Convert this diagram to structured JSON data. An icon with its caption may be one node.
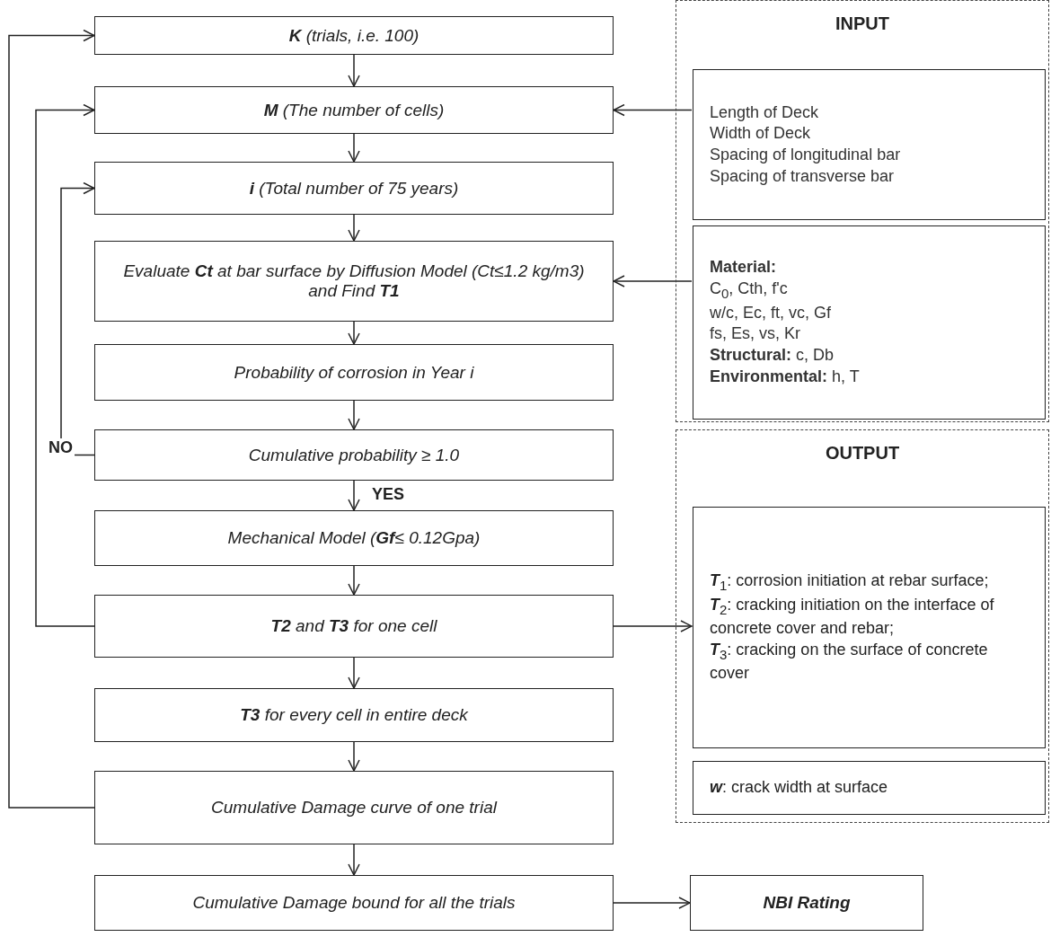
{
  "diagram": {
    "nodes": [
      {
        "text": [
          "**K** (trials, i.e. 100)"
        ]
      },
      {
        "text": [
          "**M** (The number of cells)"
        ]
      },
      {
        "text": [
          "**i** (Total number of 75 years)"
        ]
      },
      {
        "text": [
          "Evaluate **Ct** at bar surface by Diffusion Model (Ct≤1.2 kg/m3) and Find **T1**"
        ]
      },
      {
        "text": [
          "Probability of corrosion in Year i"
        ]
      },
      {
        "text": [
          "Cumulative probability ≥ 1.0"
        ]
      },
      {
        "text": [
          "Mechanical Model (**Gf**≤ 0.12Gpa)"
        ]
      },
      {
        "text": [
          "**T2** and **T3** for one cell"
        ]
      },
      {
        "text": [
          "**T3** for every cell in entire deck"
        ]
      },
      {
        "text": [
          "Cumulative Damage curve of one trial"
        ]
      },
      {
        "text": [
          "Cumulative Damage bound for all the trials"
        ]
      },
      {
        "text": [
          "NBI Rating"
        ]
      },
      {
        "text": [
          "INPUT"
        ]
      },
      {
        "text": [
          "Length of Deck",
          "Width of Deck",
          "Spacing of longitudinal bar",
          "Spacing of transverse bar"
        ],
        "in": 12
      },
      {
        "text": [
          "Material:",
          "C$_{0}$, Cth, f'c",
          "w/c, Ec, ft, vc, Gf",
          "fs, Es, vs, Kr",
          "**Structural:** c, Db",
          "**Environmental:** h, T"
        ],
        "in": 12
      },
      {
        "text": [
          "OUTPUT"
        ]
      },
      {
        "text": [
          "**T**$_{1}$: corrosion initiation at rebar surface;",
          "**T**$_{2}$: cracking initiation on the interface of concrete cover and rebar;",
          "**T**$_{3}$: cracking on the surface of concrete cover"
        ],
        "in": 15
      },
      {
        "text": [
          "**w**: crack width at surface"
        ],
        "in": 15
      }
    ],
    "edges": [
      {
        "from": 0,
        "to": 1,
        "arrow": "to"
      },
      {
        "from": 1,
        "to": 2,
        "arrow": "to"
      },
      {
        "from": 2,
        "to": 3,
        "arrow": "to"
      },
      {
        "from": 3,
        "to": 4,
        "arrow": "to"
      },
      {
        "from": 4,
        "to": 5,
        "arrow": "to"
      },
      {
        "from": 5,
        "to": 6,
        "arrow": "to",
        "label": "YES"
      },
      {
        "from": 6,
        "to": 7,
        "arrow": "to"
      },
      {
        "from": 7,
        "to": 8,
        "arrow": "to"
      },
      {
        "from": 8,
        "to": 9,
        "arrow": "to"
      },
      {
        "from": 9,
        "to": 10,
        "arrow": "to"
      },
      {
        "from": 10,
        "to": 11,
        "arrow": "to"
      },
      {
        "from": 5,
        "to": 2,
        "arrow": "to",
        "label": "NO"
      },
      {
        "from": 7,
        "to": 1,
        "arrow": "to"
      },
      {
        "from": 9,
        "to": 0,
        "arrow": "to"
      },
      {
        "from": 13,
        "to": 1,
        "arrow": "to"
      },
      {
        "from": 14,
        "to": 3,
        "arrow": "to"
      },
      {
        "from": 7,
        "to": 16,
        "arrow": "to"
      }
    ]
  }
}
